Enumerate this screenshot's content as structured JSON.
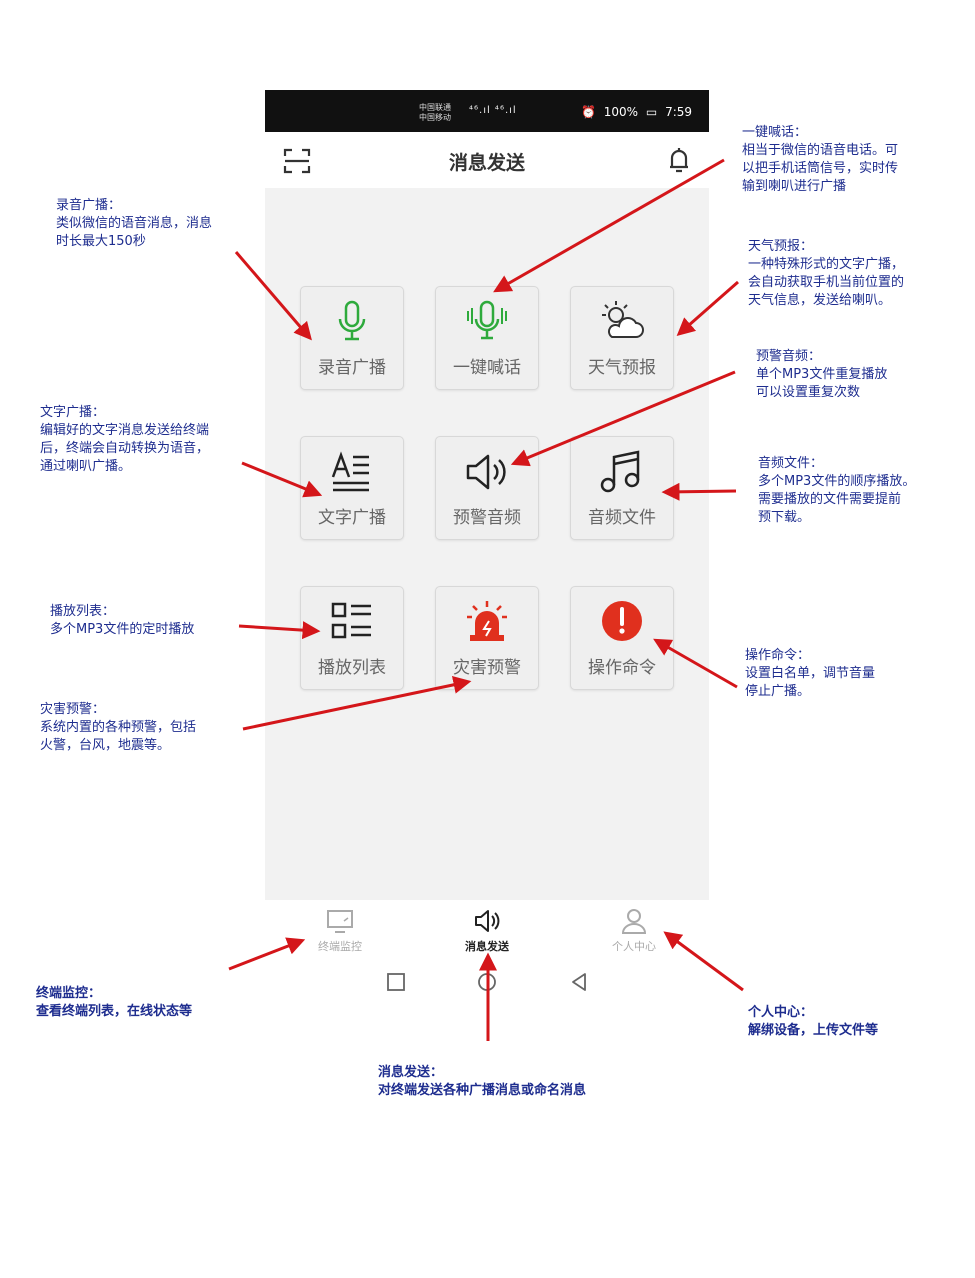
{
  "status_bar": {
    "carrier1": "中国联通",
    "carrier2": "中国移动",
    "network": "⁴⁶.ıl ⁴⁶.ıl",
    "battery": "100%",
    "time": "7:59"
  },
  "header": {
    "title": "消息发送",
    "left_icon": "scan-icon",
    "right_icon": "bell-icon"
  },
  "tiles": [
    {
      "label": "录音广播",
      "icon": "microphone-icon",
      "color": "#2eaa3c"
    },
    {
      "label": "一键喊话",
      "icon": "mic-wave-icon",
      "color": "#2eaa3c"
    },
    {
      "label": "天气预报",
      "icon": "weather-icon",
      "color": "#333333"
    },
    {
      "label": "文字广播",
      "icon": "text-icon",
      "color": "#222222"
    },
    {
      "label": "预警音频",
      "icon": "speaker-icon",
      "color": "#222222"
    },
    {
      "label": "音频文件",
      "icon": "music-note-icon",
      "color": "#222222"
    },
    {
      "label": "播放列表",
      "icon": "list-icon",
      "color": "#222222"
    },
    {
      "label": "灾害预警",
      "icon": "alarm-icon",
      "color": "#e0301e"
    },
    {
      "label": "操作命令",
      "icon": "exclamation-icon",
      "color": "#e0301e"
    }
  ],
  "tabs": [
    {
      "label": "终端监控",
      "icon": "monitor-icon"
    },
    {
      "label": "消息发送",
      "icon": "speaker-icon"
    },
    {
      "label": "个人中心",
      "icon": "person-icon"
    }
  ],
  "annotations": {
    "record": "录音广播：\n类似微信的语音消息，消息\n时长最大150秒",
    "shout": "一键喊话：\n相当于微信的语音电话。可\n以把手机话筒信号，实时传\n输到喇叭进行广播",
    "weather": "天气预报：\n一种特殊形式的文字广播，\n会自动获取手机当前位置的\n天气信息，发送给喇叭。",
    "alert_audio": "预警音频：\n单个MP3文件重复播放\n可以设置重复次数",
    "text": "文字广播：\n编辑好的文字消息发送给终端\n后，终端会自动转换为语音，\n通过喇叭广播。",
    "audio_file": "音频文件：\n多个MP3文件的顺序播放。\n需要播放的文件需要提前\n预下载。",
    "playlist": "播放列表：\n多个MP3文件的定时播放",
    "command": "操作命令：\n设置白名单，调节音量\n停止广播。",
    "disaster": "灾害预警：\n系统内置的各种预警，包括\n火警，台风，地震等。",
    "monitor": "终端监控：\n查看终端列表，在线状态等",
    "personal": "个人中心：\n解绑设备，上传文件等",
    "send": "消息发送：\n对终端发送各种广播消息或命名消息"
  },
  "colors": {
    "arrow": "#d4161a",
    "annotation_text": "#1e2d8f",
    "green_icon": "#2eaa3c",
    "red_icon": "#e0301e"
  }
}
